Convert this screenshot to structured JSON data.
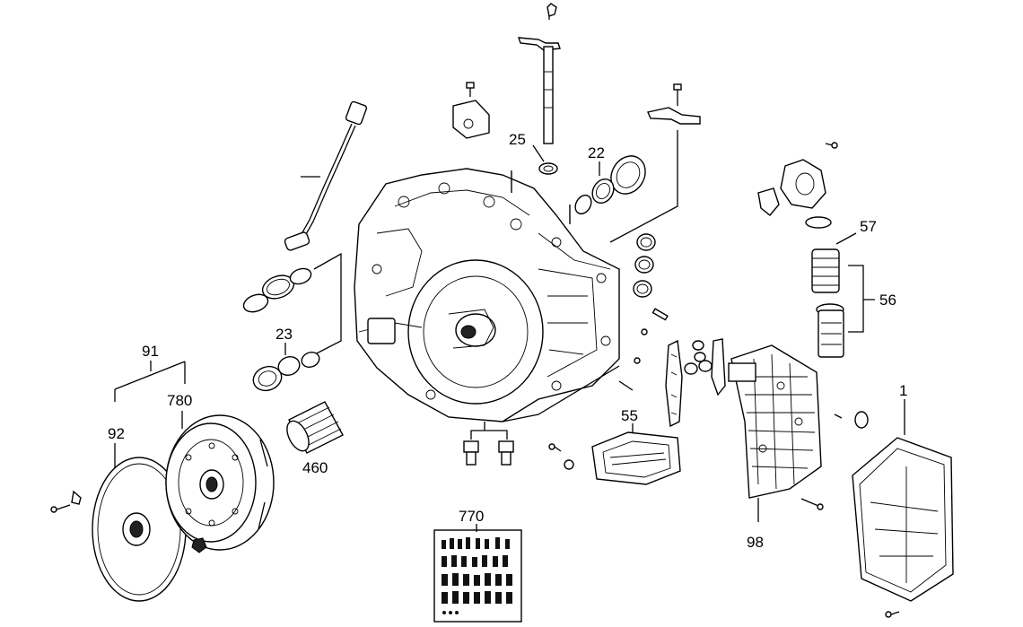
{
  "callouts": {
    "p1": "1",
    "p22": "22",
    "p23": "23",
    "p25": "25",
    "p55": "55",
    "p56": "56",
    "p57": "57",
    "p91": "91",
    "p92": "92",
    "p98": "98",
    "p460": "460",
    "p770": "770",
    "p780": "780"
  }
}
